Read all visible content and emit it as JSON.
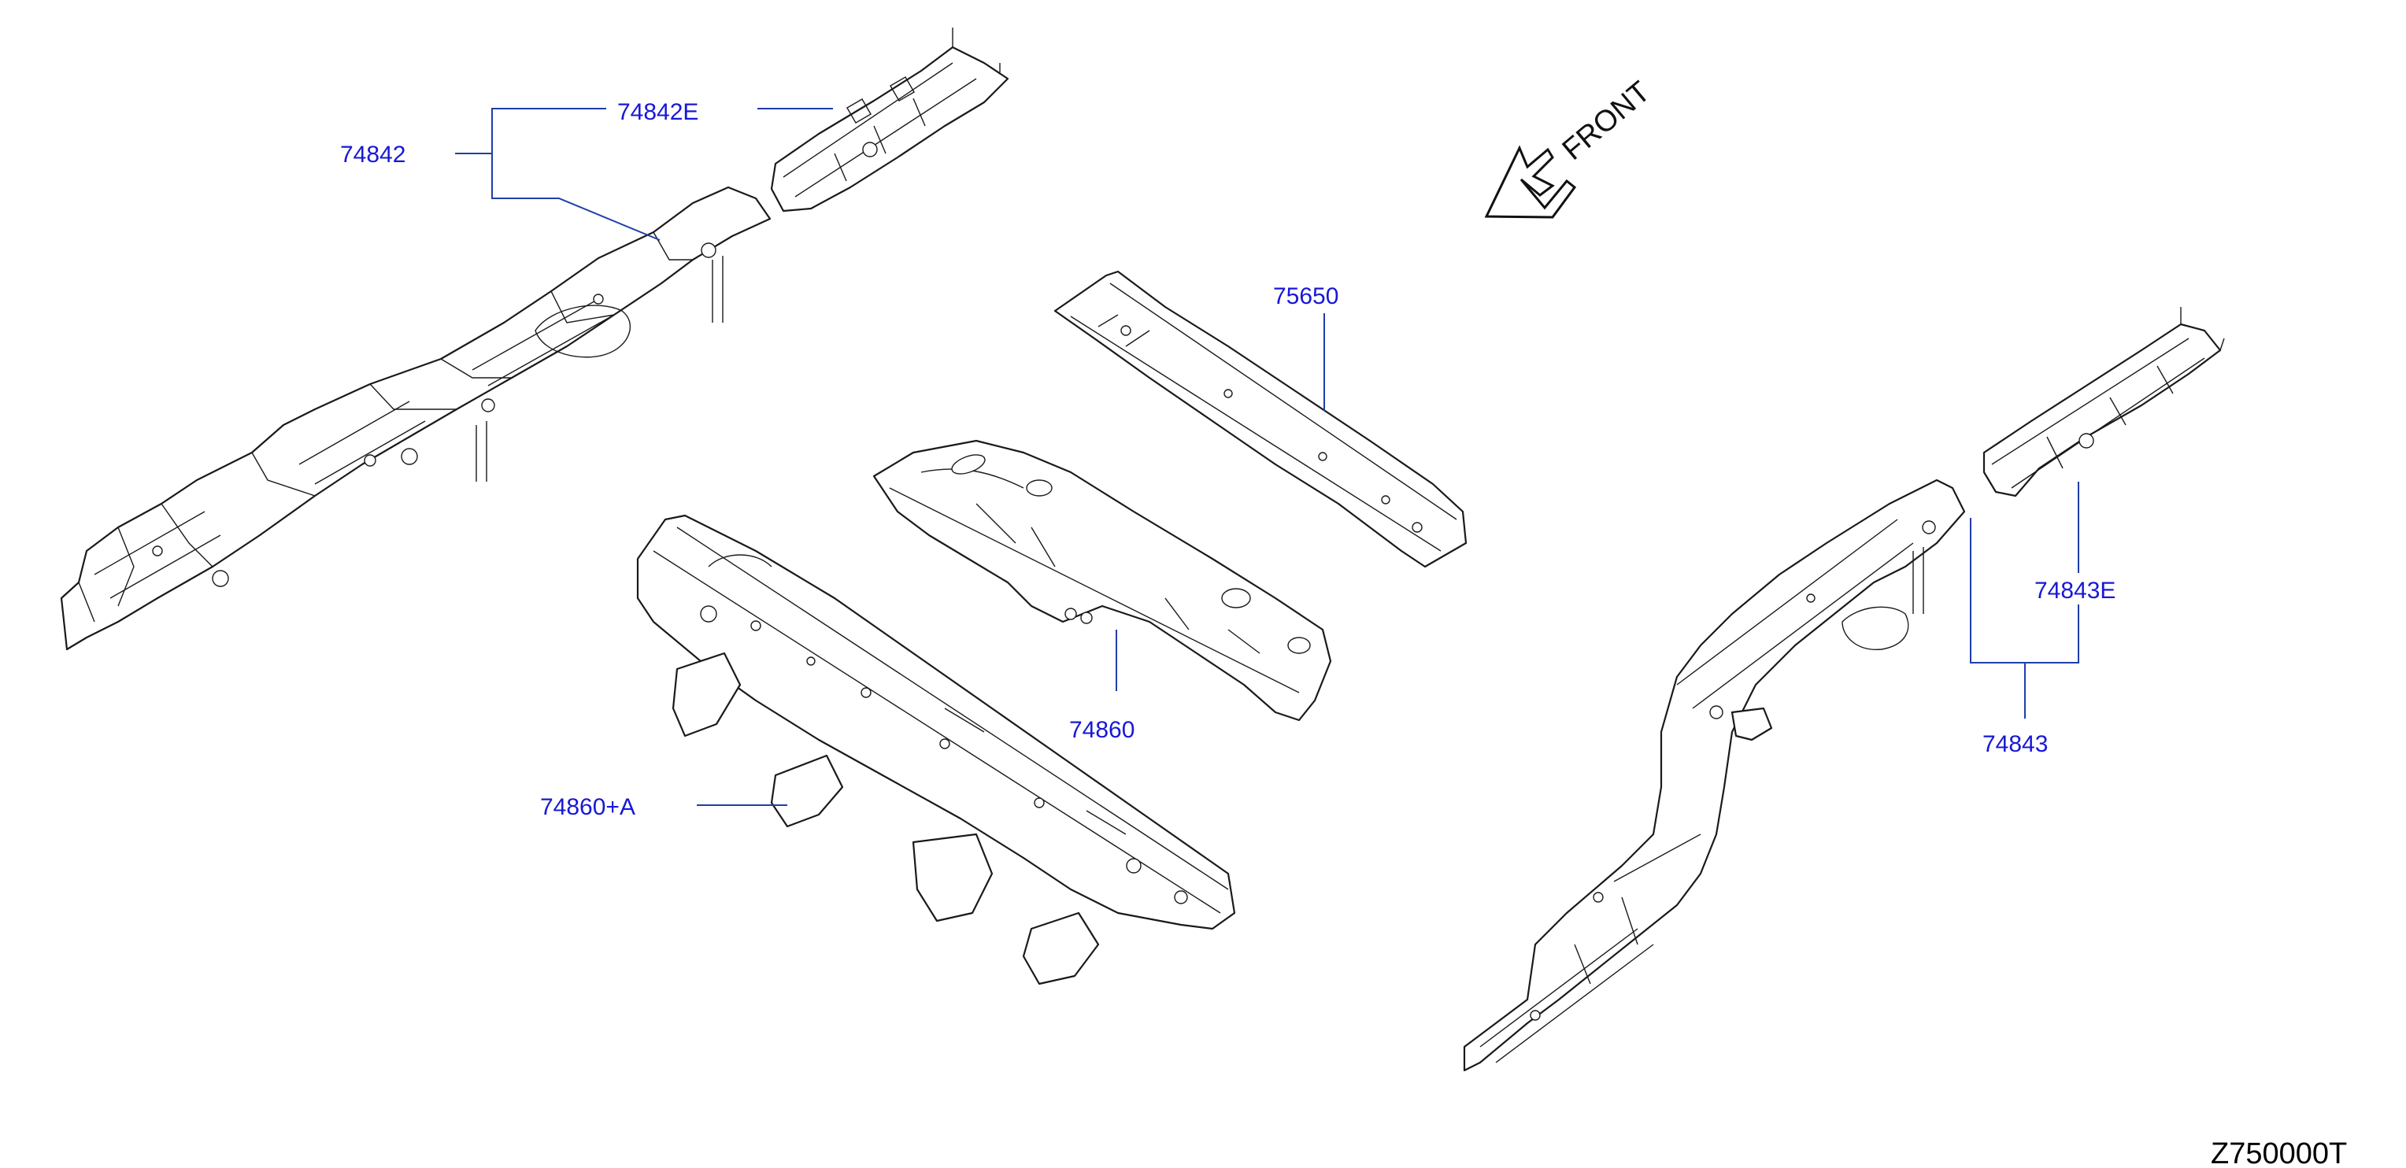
{
  "front_label": "FRONT",
  "diagram_id": "Z750000T",
  "callouts": {
    "p74842": "74842",
    "p74842E": "74842E",
    "p75650": "75650",
    "p74860": "74860",
    "p74860A": "74860+A",
    "p74843E": "74843E",
    "p74843": "74843"
  },
  "colors": {
    "callout_text": "#1818d6",
    "leader_line": "#1f3ea8",
    "part_outline": "#1a1a1a",
    "background": "#ffffff"
  }
}
